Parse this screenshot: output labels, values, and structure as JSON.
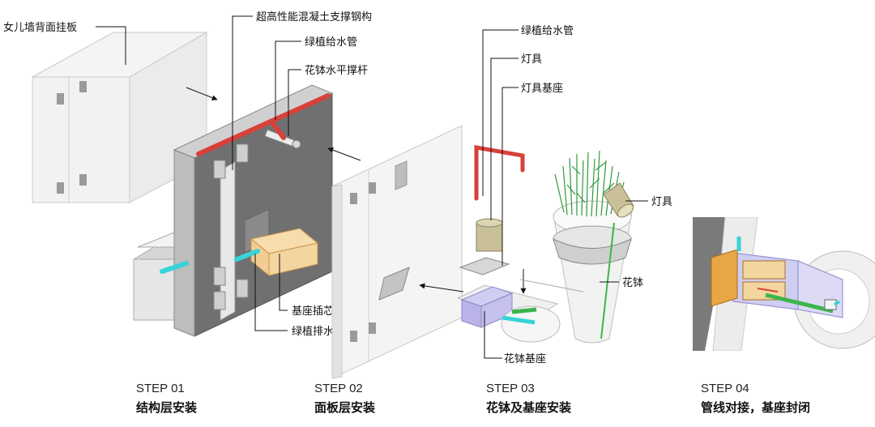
{
  "labels": {
    "parapet_panel": "女儿墙背面挂板",
    "steel_structure": "超高性能混凝土支撑钢构",
    "water_pipe_1": "绿植给水管",
    "pot_strut": "花钵水平撑杆",
    "base_core": "基座插芯",
    "drain_pipe": "绿植排水管",
    "water_pipe_2": "绿植给水管",
    "lamp_1": "灯具",
    "lamp_base": "灯具基座",
    "lamp_2": "灯具",
    "flower_pot": "花钵",
    "pot_base": "花钵基座"
  },
  "steps": [
    {
      "no": "STEP 01",
      "name": "结构层安装"
    },
    {
      "no": "STEP 02",
      "name": "面板层安装"
    },
    {
      "no": "STEP 03",
      "name": "花钵及基座安装"
    },
    {
      "no": "STEP 04",
      "name": "管线对接，基座封闭"
    }
  ],
  "colors": {
    "wall_dark": "#6b6b6b",
    "pipe_red": "#d9403a",
    "pipe_cyan": "#37d3d8",
    "pipe_green": "#3bb54a",
    "base_orange": "#e8a646",
    "base_purple": "#b8b3e6",
    "plant_green": "#2e9a3a",
    "lamp_olive": "#b7ad83"
  }
}
